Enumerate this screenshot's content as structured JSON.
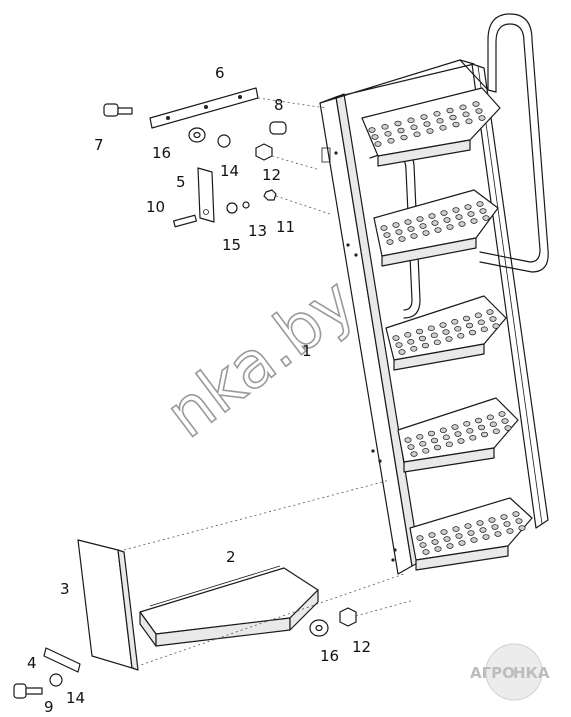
{
  "labels": {
    "l1": "1",
    "l2": "2",
    "l3": "3",
    "l4": "4",
    "l5": "5",
    "l6": "6",
    "l7": "7",
    "l8": "8",
    "l9": "9",
    "l10": "10",
    "l11": "11",
    "l12a": "12",
    "l12b": "12",
    "l13": "13",
    "l14a": "14",
    "l14b": "14",
    "l15": "15",
    "l16a": "16",
    "l16b": "16"
  },
  "watermark": "nka.by",
  "logo": {
    "left": "АГРО",
    "right": "НКА"
  }
}
